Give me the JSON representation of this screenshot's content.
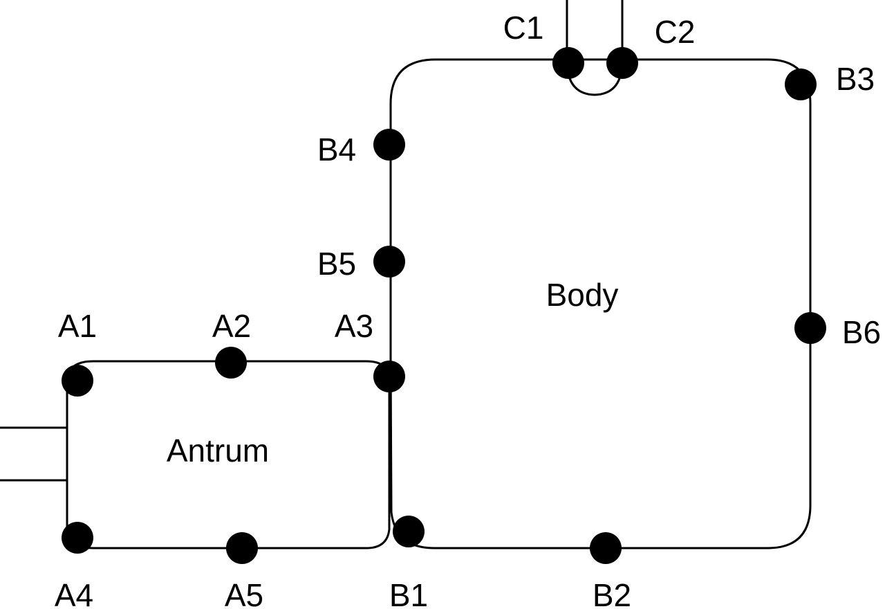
{
  "regions": {
    "antrum": "Antrum",
    "body": "Body"
  },
  "electrodes": {
    "A1": "A1",
    "A2": "A2",
    "A3": "A3",
    "A4": "A4",
    "A5": "A5",
    "B1": "B1",
    "B2": "B2",
    "B3": "B3",
    "B4": "B4",
    "B5": "B5",
    "B6": "B6",
    "C1": "C1",
    "C2": "C2"
  },
  "colors": {
    "stroke": "#000000",
    "background": "#ffffff"
  }
}
